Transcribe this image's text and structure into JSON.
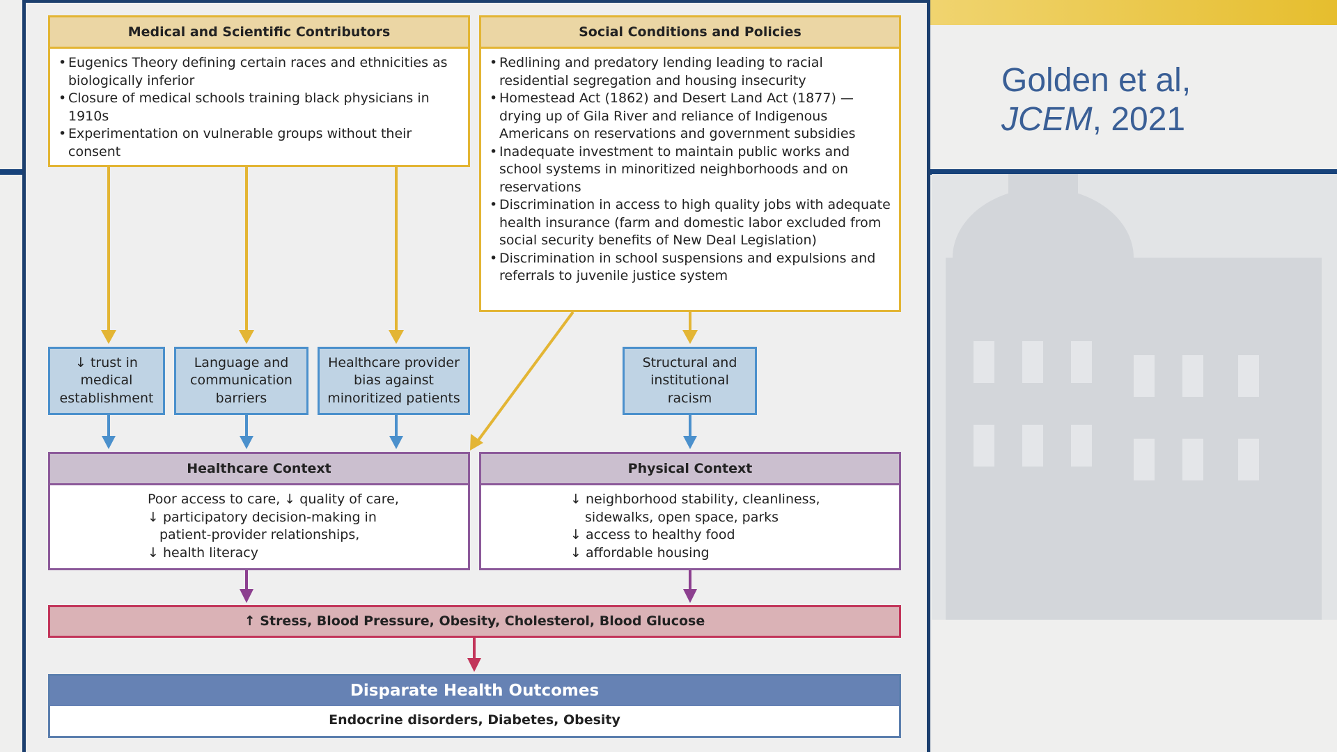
{
  "citation": {
    "authors": "Golden et al,",
    "journal": "JCEM",
    "year": ", 2021"
  },
  "medical": {
    "title": "Medical and Scientific Contributors",
    "bullets": [
      "Eugenics Theory defining certain races and ethnicities as biologically inferior",
      "Closure of medical schools training black physicians in 1910s",
      "Experimentation on vulnerable groups without their consent"
    ]
  },
  "social": {
    "title": "Social Conditions and Policies",
    "bullets": [
      "Redlining and predatory lending leading to racial residential segregation and housing insecurity",
      "Homestead Act (1862) and Desert Land Act (1877) — drying up of Gila River and reliance of Indigenous Americans on reservations and government subsidies",
      "Inadequate investment to maintain public works and school systems in minoritized neighborhoods and on reservations",
      "Discrimination in access to high quality jobs with adequate health insurance (farm and domestic labor excluded from social security benefits of New Deal Legislation)",
      "Discrimination in school suspensions and expulsions and referrals to juvenile justice system"
    ]
  },
  "mediators": {
    "trust": "↓ trust in medical establishment",
    "language": "Language and communication barriers",
    "bias": "Healthcare provider bias against minoritized patients",
    "structural": "Structural and institutional racism"
  },
  "healthcare": {
    "title": "Healthcare Context",
    "lines": [
      "Poor access to care, ↓ quality of care,",
      "↓ participatory decision-making in",
      "patient-provider relationships,",
      "↓ health literacy"
    ]
  },
  "physical": {
    "title": "Physical Context",
    "lines": [
      "↓ neighborhood stability, cleanliness,",
      "sidewalks, open space, parks",
      "↓ access to healthy food",
      "↓ affordable housing"
    ]
  },
  "stress": "↑ Stress, Blood Pressure, Obesity, Cholesterol, Blood Glucose",
  "outcomes": {
    "title": "Disparate Health Outcomes",
    "body": "Endocrine disorders, Diabetes, Obesity"
  }
}
